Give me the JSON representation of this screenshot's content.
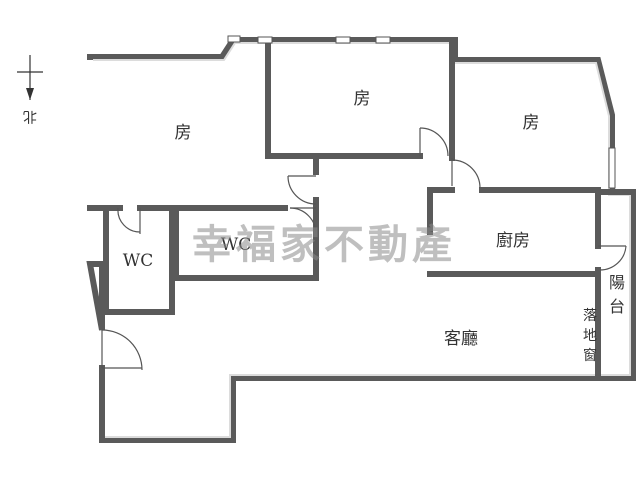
{
  "compass": {
    "label": "北"
  },
  "rooms": {
    "bedroom_left": "房",
    "bedroom_center": "房",
    "bedroom_right": "房",
    "wc_left": "WC",
    "wc_right": "WC",
    "kitchen": "廚房",
    "living": "客廳",
    "balcony": "陽台",
    "french_window": "落地窗"
  },
  "watermark": {
    "text": "幸福家不動產"
  },
  "colors": {
    "wall": "#5a5a5a",
    "wall_inner": "#dcdcdc",
    "watermark": "#8a8a8a"
  }
}
